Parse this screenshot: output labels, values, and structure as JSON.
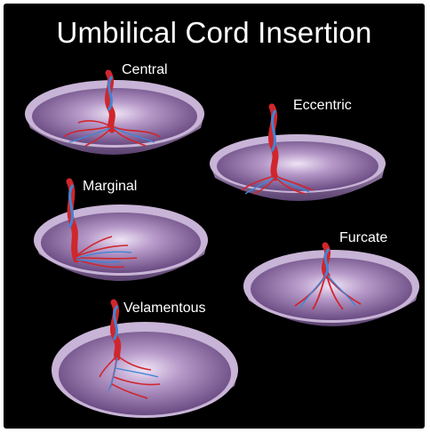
{
  "title": "Umbilical Cord Insertion",
  "labels": {
    "central": "Central",
    "eccentric": "Eccentric",
    "marginal": "Marginal",
    "furcate": "Furcate",
    "velamentous": "Velamentous"
  },
  "colors": {
    "background": "#000000",
    "dish_outer": "#8a6f9f",
    "dish_rim": "#d9c6e6",
    "dish_inner": "#6e4f86",
    "artery": "#d0262c",
    "vein": "#3f86d6"
  }
}
